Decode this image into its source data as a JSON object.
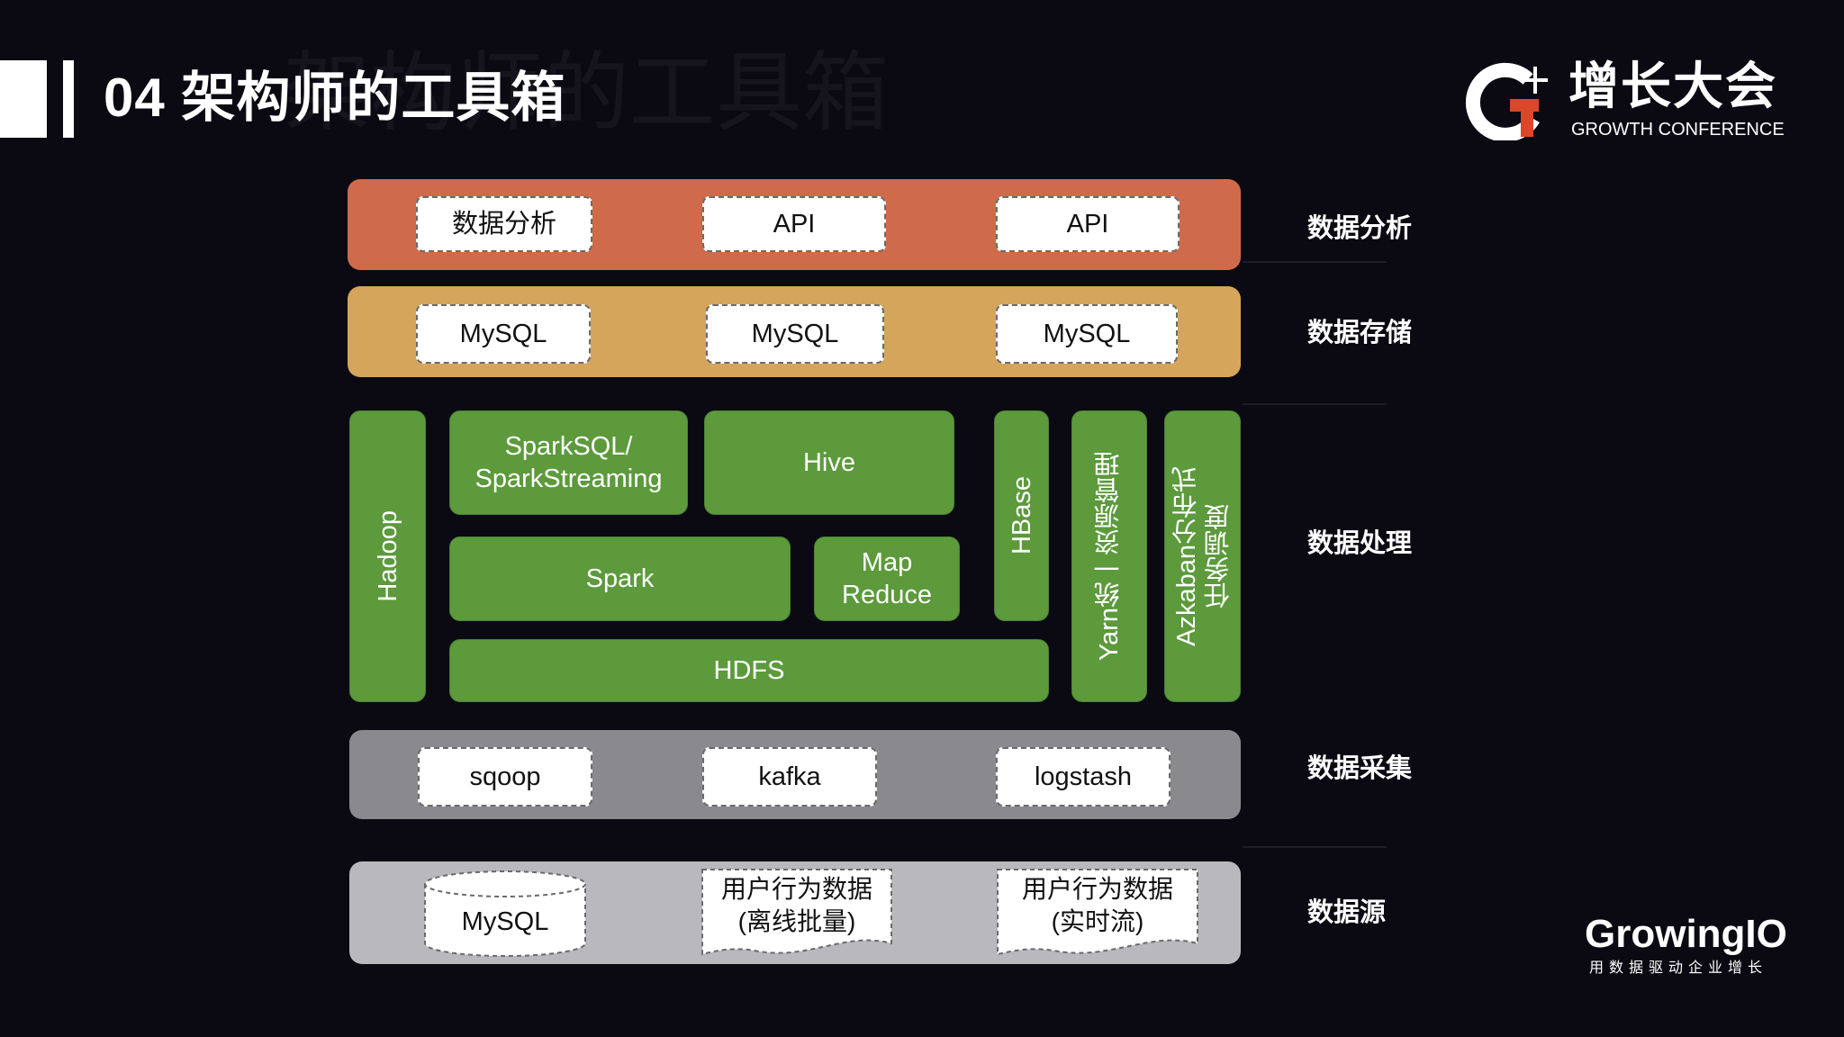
{
  "header": {
    "title": "04 架构师的工具箱",
    "ghost_title": "架构师的工具箱",
    "brand_cn": "增长大会",
    "brand_en": "GROWTH CONFERENCE"
  },
  "layers": {
    "analysis": {
      "label": "数据分析",
      "items": [
        "数据分析",
        "API",
        "API"
      ]
    },
    "storage": {
      "label": "数据存储",
      "items": [
        "MySQL",
        "MySQL",
        "MySQL"
      ]
    },
    "processing": {
      "label": "数据处理",
      "hadoop": "Hadoop",
      "sparksql": "SparkSQL/\nSparkStreaming",
      "hive": "Hive",
      "spark": "Spark",
      "mapreduce": "Map\nReduce",
      "hdfs": "HDFS",
      "hbase": "HBase",
      "yarn": "Yarn统一资源管理",
      "azkaban": "Azkaban分布式\n任务调度"
    },
    "collection": {
      "label": "数据采集",
      "items": [
        "sqoop",
        "kafka",
        "logstash"
      ]
    },
    "source": {
      "label": "数据源",
      "items": [
        "MySQL",
        "用户行为数据\n(离线批量)",
        "用户行为数据\n(实时流)"
      ]
    }
  },
  "footer": {
    "brand": "GrowingIO",
    "slogan": "用数据驱动企业增长"
  },
  "colors": {
    "background": "#0b0a13",
    "analysis": "#cf6a4a",
    "storage": "#d4a55a",
    "processing": "#5c9a3c",
    "collection": "#8a8a8e",
    "source": "#b9b9bd",
    "logo_accent": "#d9482b"
  }
}
